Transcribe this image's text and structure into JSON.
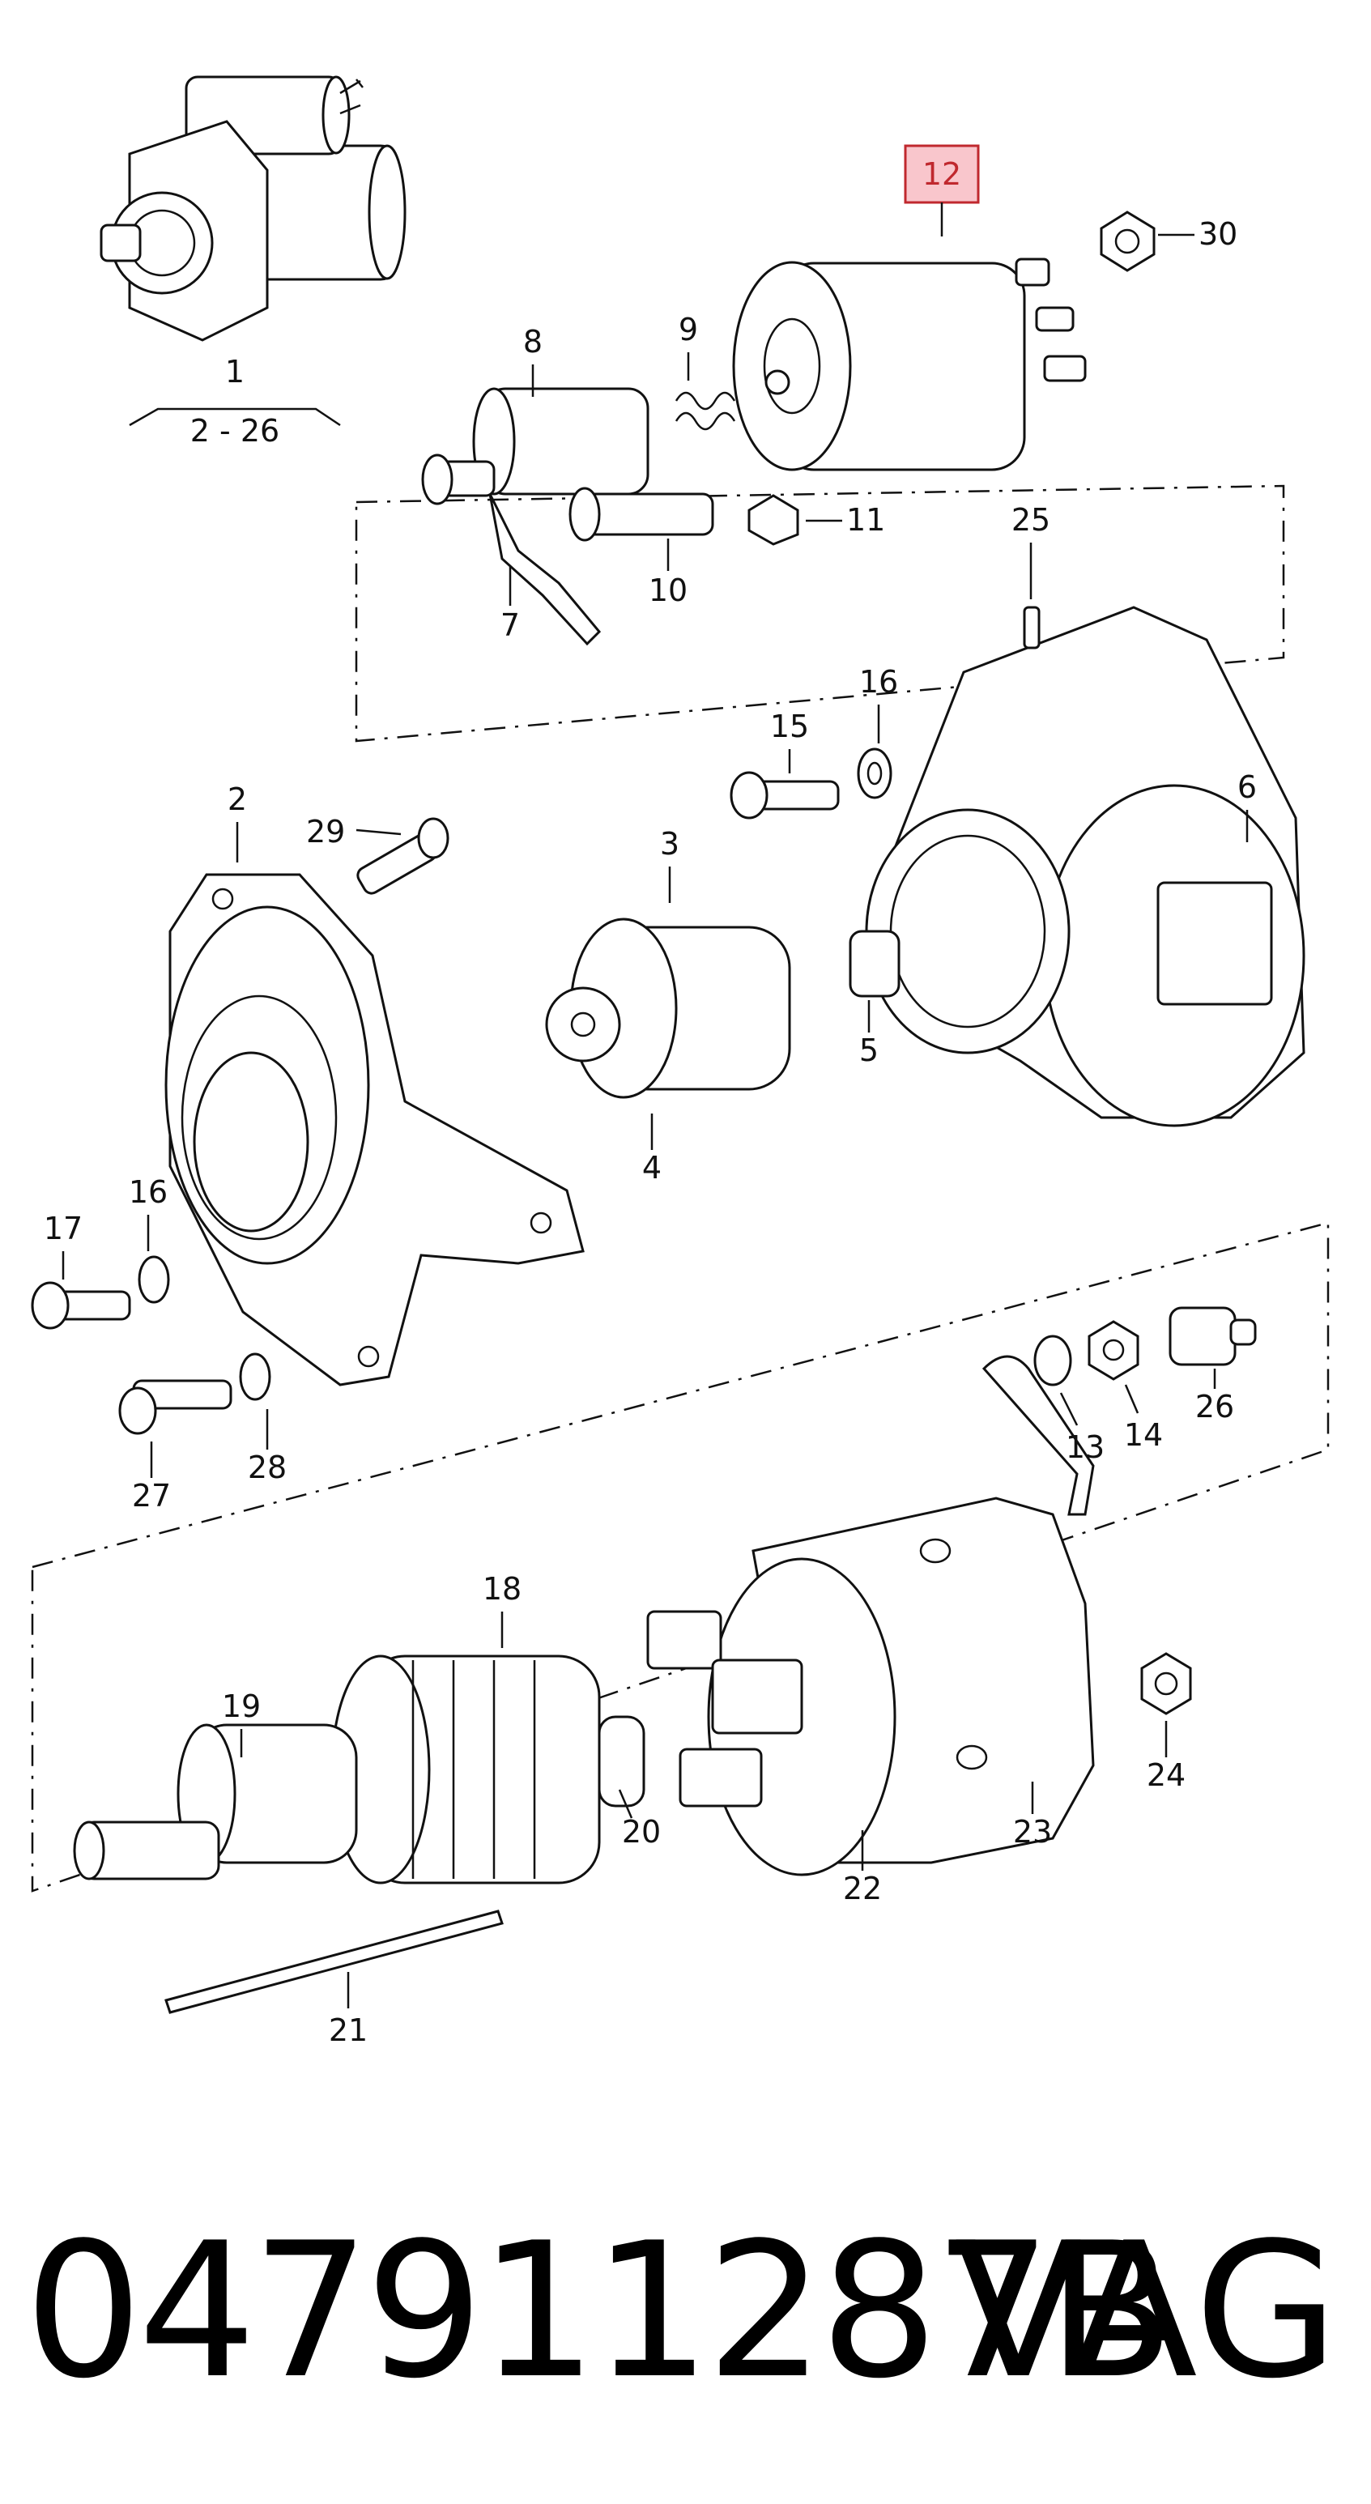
{
  "diagram": {
    "assembly_label": "1",
    "assembly_range": "2 - 26",
    "highlight_color": "#f9c6cc",
    "callouts": {
      "p2": "2",
      "p3": "3",
      "p4": "4",
      "p5": "5",
      "p6": "6",
      "p7": "7",
      "p8": "8",
      "p9": "9",
      "p10": "10",
      "p11": "11",
      "p12": "12",
      "p13": "13",
      "p14": "14",
      "p15": "15",
      "p16a": "16",
      "p16b": "16",
      "p17": "17",
      "p18": "18",
      "p19": "19",
      "p20": "20",
      "p21": "21",
      "p22": "22",
      "p23": "23",
      "p24": "24",
      "p25": "25",
      "p26": "26",
      "p27": "27",
      "p28": "28",
      "p29": "29",
      "p30": "30"
    }
  },
  "footer": {
    "part_number": "047911287B",
    "brand": "VAG"
  }
}
